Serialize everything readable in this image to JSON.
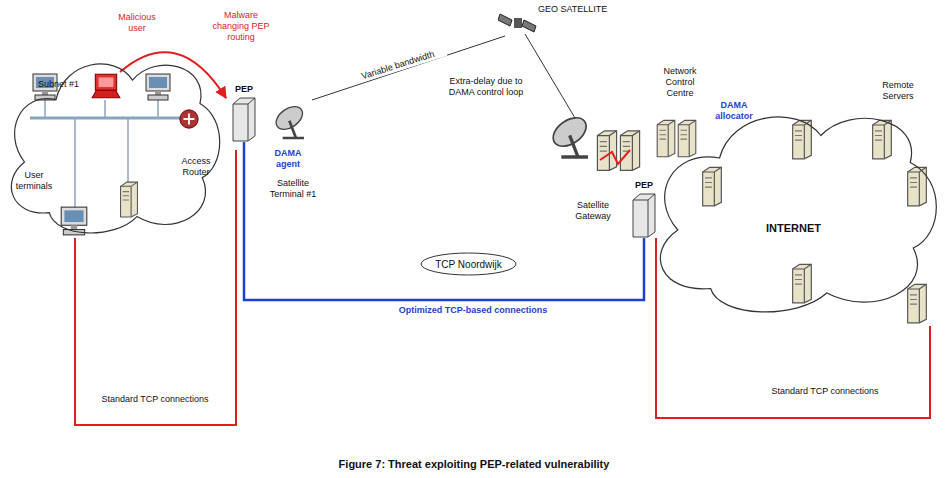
{
  "diagram": {
    "caption": "Figure 7: Threat exploiting PEP-related vulnerability",
    "nodes": [
      {
        "text": [
          "Subnet #1"
        ]
      },
      {
        "text": [
          "PEP"
        ]
      },
      {
        "text": [
          "PEP"
        ]
      },
      {
        "text": [
          "INTERNET"
        ]
      },
      {
        "text": [
          "TCP Noordwijk"
        ]
      }
    ],
    "edges": [
      {
        "from": 1,
        "to": 2,
        "arrow": "none"
      }
    ],
    "labels": [
      "GEO SATELLITE",
      "Malicious user",
      "Malware changing PEP routing",
      "Variable bandwidth",
      "Extra-delay due to DAMA control loop",
      "Network Control Centre",
      "DAMA allocator",
      "DAMA agent",
      "Access Router",
      "User terminals",
      "Satellite Terminal #1",
      "Satellite Gateway",
      "Remote Servers",
      "Optimized TCP-based connections",
      "Standard TCP connections",
      "Standard TCP connections"
    ]
  }
}
